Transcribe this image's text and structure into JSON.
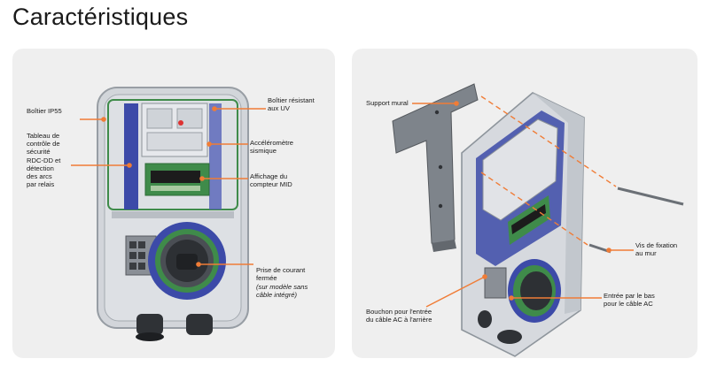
{
  "page": {
    "title": "Caractéristiques"
  },
  "colors": {
    "accent": "#f07c36",
    "panel": "#efefef",
    "housing": "#c9cdd2",
    "board": "#3c4aa8",
    "pcb": "#3f8b4a"
  },
  "left_panel": {
    "callouts": {
      "ip55": "Boîtier IP55",
      "rcd": "Tableau de\ncontrôle de\nsécurité\nRDC-DD et\ndétection\ndes arcs\npar relais",
      "uv": "Boîtier résistant\naux UV",
      "seismic": "Accéléromètre\nsismique",
      "mid": "Affichage du\ncompteur MID",
      "socket": "Prise de courant\nfermée",
      "socket_note": "(sur modèle sans\ncâble intégré)"
    }
  },
  "right_panel": {
    "callouts": {
      "bracket": "Support mural",
      "screws": "Vis de fixation\nau mur",
      "bottom_entry": "Entrée par le bas\npour le câble AC",
      "rear_plug": "Bouchon pour l'entrée\ndu câble AC à l'arrière"
    }
  }
}
